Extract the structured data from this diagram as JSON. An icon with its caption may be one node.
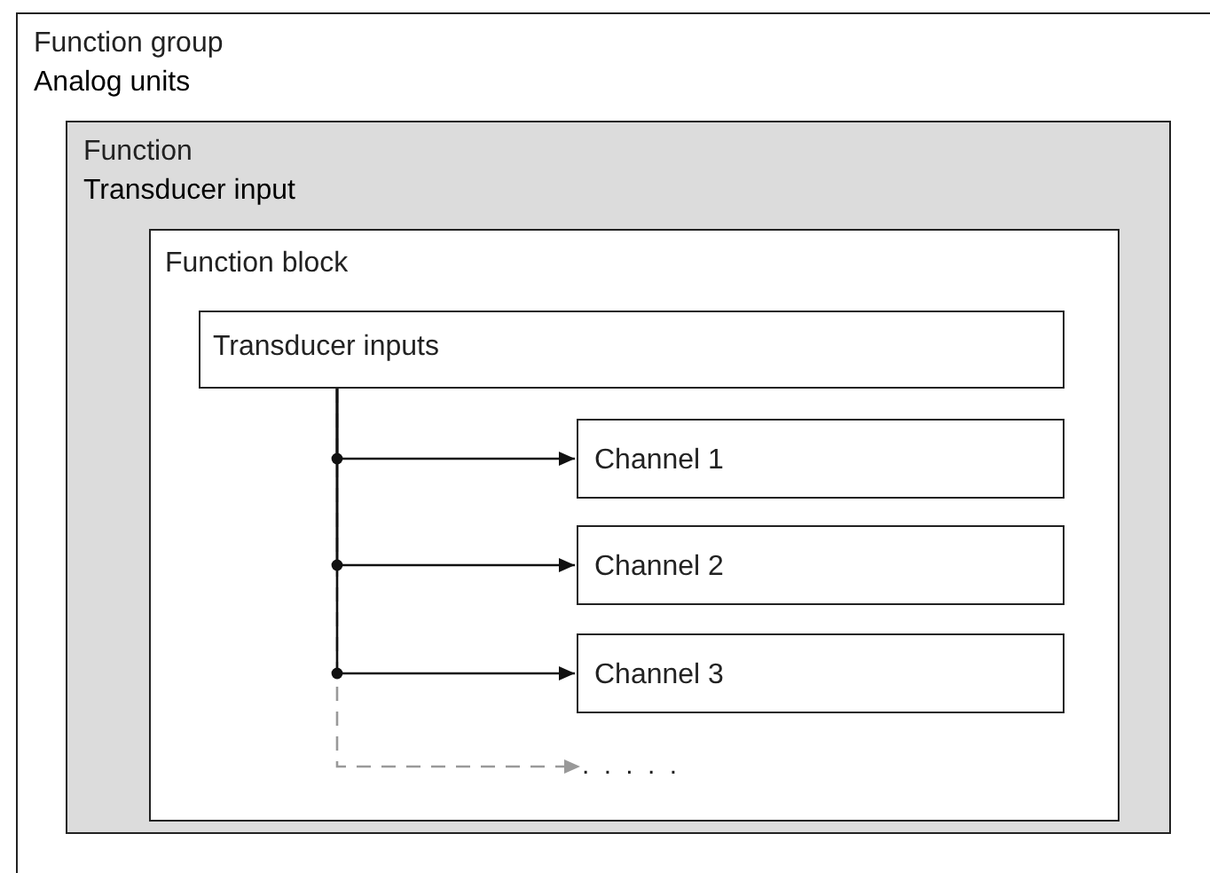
{
  "diagram": {
    "nodes": [
      {
        "text": [
          "Function group",
          "Analog units"
        ]
      },
      {
        "text": [
          "Function",
          "Transducer input"
        ],
        "in": 0
      },
      {
        "text": [
          "Function block"
        ],
        "in": 1
      },
      {
        "text": [
          "Transducer inputs"
        ],
        "in": 2
      },
      {
        "text": [
          "Channel 1"
        ],
        "in": 2
      },
      {
        "text": [
          "Channel 2"
        ],
        "in": 2
      },
      {
        "text": [
          "Channel 3"
        ],
        "in": 2
      },
      {
        "text": [
          ". . . . ."
        ],
        "in": 2
      }
    ],
    "edges": [
      {
        "from": 3,
        "to": 4,
        "arrow": "to"
      },
      {
        "from": 3,
        "to": 5,
        "arrow": "to"
      },
      {
        "from": 3,
        "to": 6,
        "arrow": "to"
      },
      {
        "from": 3,
        "to": 7,
        "arrow": "to",
        "style": "dashed",
        "color": "#999999"
      }
    ]
  }
}
